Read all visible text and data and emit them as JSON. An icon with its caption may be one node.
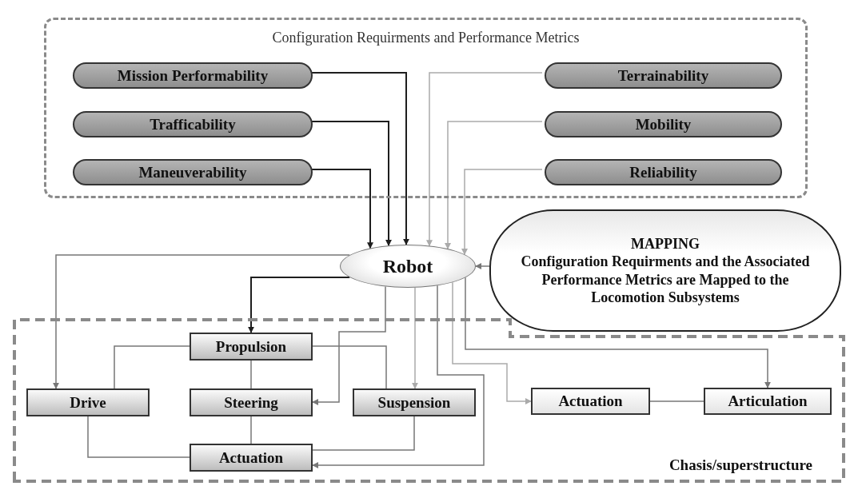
{
  "diagram": {
    "nodes": [
      {
        "text": [
          "Configuration Requirments and Performance Metrics"
        ]
      },
      {
        "text": [
          "Mission Performability"
        ],
        "in": 0
      },
      {
        "text": [
          "Trafficability"
        ],
        "in": 0
      },
      {
        "text": [
          "Maneuverability"
        ],
        "in": 0
      },
      {
        "text": [
          "Terrainability"
        ],
        "in": 0
      },
      {
        "text": [
          "Mobility"
        ],
        "in": 0
      },
      {
        "text": [
          "Reliability"
        ],
        "in": 0
      },
      {
        "text": [
          "Robot"
        ]
      },
      {
        "text": [
          "MAPPING",
          "Configuration Requirments and the Associated Performance Metrics are Mapped to the Locomotion Subsystems"
        ]
      },
      {
        "text": [
          "Chasis/superstructure"
        ]
      },
      {
        "text": [
          "Propulsion"
        ],
        "in": 9
      },
      {
        "text": [
          "Drive"
        ],
        "in": 9
      },
      {
        "text": [
          "Steering"
        ],
        "in": 9
      },
      {
        "text": [
          "Suspension"
        ],
        "in": 9
      },
      {
        "text": [
          "Actuation"
        ],
        "in": 9
      },
      {
        "text": [
          "Actuation"
        ],
        "in": 9
      },
      {
        "text": [
          "Articulation"
        ],
        "in": 9
      }
    ],
    "edges": [
      {
        "from": 1,
        "to": 7,
        "arrow": "to",
        "color": "#1e1e1e"
      },
      {
        "from": 2,
        "to": 7,
        "arrow": "to",
        "color": "#1e1e1e"
      },
      {
        "from": 3,
        "to": 7,
        "arrow": "to",
        "color": "#1e1e1e"
      },
      {
        "from": 4,
        "to": 7,
        "arrow": "to",
        "color": "#aaaaaa"
      },
      {
        "from": 5,
        "to": 7,
        "arrow": "to",
        "color": "#aaaaaa"
      },
      {
        "from": 6,
        "to": 7,
        "arrow": "to",
        "color": "#aaaaaa"
      },
      {
        "from": 8,
        "to": 7,
        "arrow": "to"
      },
      {
        "from": 7,
        "to": 11,
        "arrow": "to"
      },
      {
        "from": 7,
        "to": 10,
        "arrow": "to",
        "color": "#1e1e1e"
      },
      {
        "from": 7,
        "to": 12,
        "arrow": "to"
      },
      {
        "from": 7,
        "to": 13,
        "arrow": "to",
        "color": "#aaaaaa"
      },
      {
        "from": 7,
        "to": 14,
        "arrow": "to"
      },
      {
        "from": 7,
        "to": 15,
        "arrow": "to",
        "color": "#aaaaaa"
      },
      {
        "from": 7,
        "to": 16,
        "arrow": "to"
      },
      {
        "from": 10,
        "to": 11,
        "arrow": "none"
      },
      {
        "from": 10,
        "to": 12,
        "arrow": "none"
      },
      {
        "from": 10,
        "to": 13,
        "arrow": "none"
      },
      {
        "from": 12,
        "to": 14,
        "arrow": "none"
      },
      {
        "from": 11,
        "to": 14,
        "arrow": "none"
      },
      {
        "from": 13,
        "to": 14,
        "arrow": "none"
      },
      {
        "from": 15,
        "to": 16,
        "arrow": "none"
      }
    ]
  }
}
